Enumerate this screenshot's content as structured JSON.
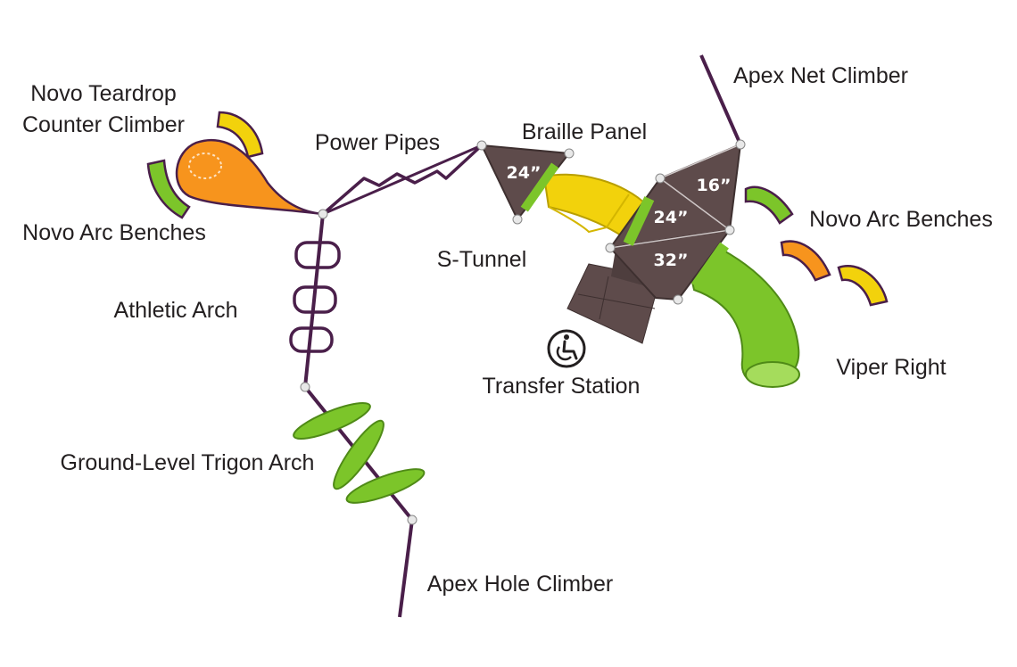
{
  "labels": {
    "teardrop_line1": "Novo Teardrop",
    "teardrop_line2": "Counter Climber",
    "arc_benches_left": "Novo Arc Benches",
    "power_pipes": "Power Pipes",
    "braille_panel": "Braille Panel",
    "apex_net_climber": "Apex Net Climber",
    "arc_benches_right": "Novo Arc Benches",
    "s_tunnel": "S-Tunnel",
    "athletic_arch": "Athletic Arch",
    "transfer_station": "Transfer Station",
    "viper_right": "Viper Right",
    "trigon_arch": "Ground-Level Trigon Arch",
    "apex_hole_climber": "Apex Hole Climber"
  },
  "deck_heights": {
    "braille_deck": "24”",
    "top_deck": "16”",
    "middle_deck": "24”",
    "bottom_deck": "32”"
  },
  "icons": {
    "accessibility": "wheelchair-icon"
  },
  "colors": {
    "frame": "#4a1f4a",
    "deck": "#5e4b4b",
    "green": "#7cc52a",
    "yellow": "#f2d20c",
    "orange": "#f7941d",
    "text": "#231f20"
  }
}
